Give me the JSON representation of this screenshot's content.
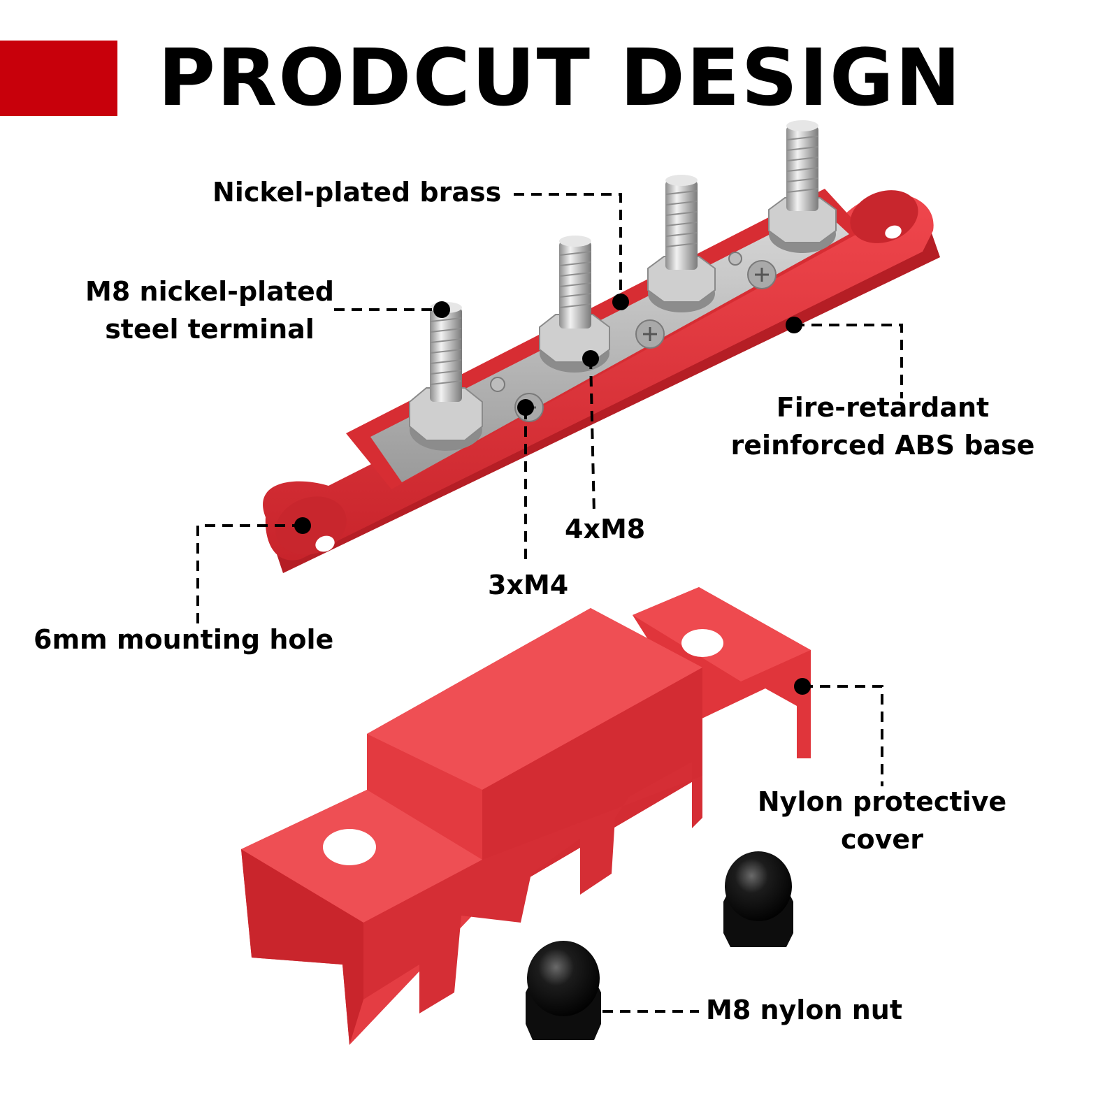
{
  "header": {
    "title": "PRODCUT DESIGN",
    "accent_color": "#c8000b"
  },
  "product": {
    "base_color": "#e8323a",
    "cover_color": "#e83a3a",
    "metal_color": "#c9c9c9",
    "nut_color": "#111111"
  },
  "labels": {
    "nickel_brass": "Nickel-plated brass",
    "m8_terminal": [
      "M8 nickel-plated",
      "steel terminal"
    ],
    "fire_retardant": [
      "Fire-retardant",
      "reinforced ABS base"
    ],
    "four_m8": "4xM8",
    "three_m4": "3xM4",
    "mounting_hole": "6mm mounting hole",
    "nylon_cover": [
      "Nylon protective",
      "cover"
    ],
    "nylon_nut": "M8 nylon nut"
  }
}
